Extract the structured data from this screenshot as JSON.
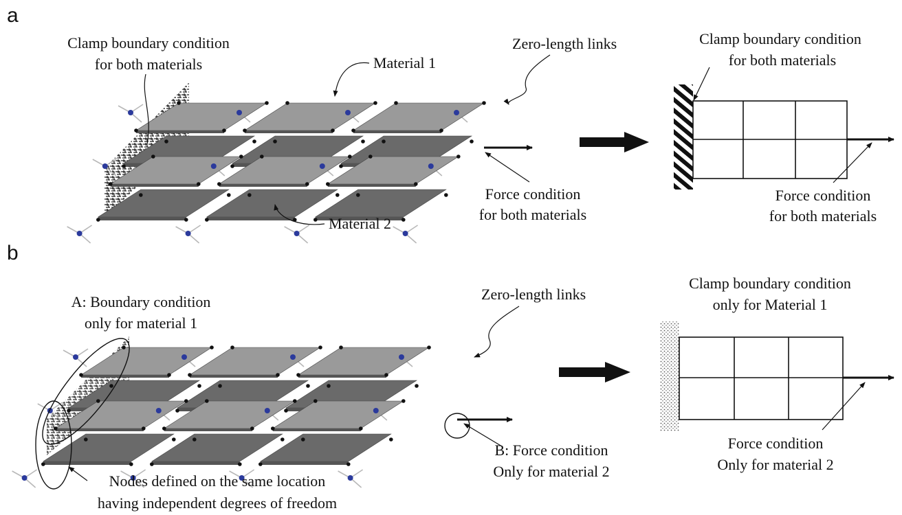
{
  "panel_a": {
    "label": "a",
    "clamp": [
      "Clamp boundary condition",
      "for both materials"
    ],
    "material1": "Material 1",
    "material2": "Material 2",
    "zero_links": "Zero-length links",
    "force": [
      "Force condition",
      "for both materials"
    ],
    "right_clamp": [
      "Clamp boundary condition",
      "for both materials"
    ],
    "right_force": [
      "Force condition",
      "for both materials"
    ]
  },
  "panel_b": {
    "label": "b",
    "boundary_a": [
      "A: Boundary condition",
      "only for material 1"
    ],
    "zero_links": "Zero-length links",
    "force_b": [
      "B: Force condition",
      "Only for material 2"
    ],
    "nodes_note": [
      "Nodes defined on the same location",
      "having independent degrees of freedom"
    ],
    "right_clamp": [
      "Clamp boundary condition",
      "only for Material 1"
    ],
    "right_force": [
      "Force condition",
      "Only for material 2"
    ]
  },
  "colors": {
    "material1": "#9a9a9a",
    "material2": "#6a6a6a",
    "link": "#b8b8b8",
    "node_blue": "#2b3a9c",
    "node_black": "#111111"
  }
}
